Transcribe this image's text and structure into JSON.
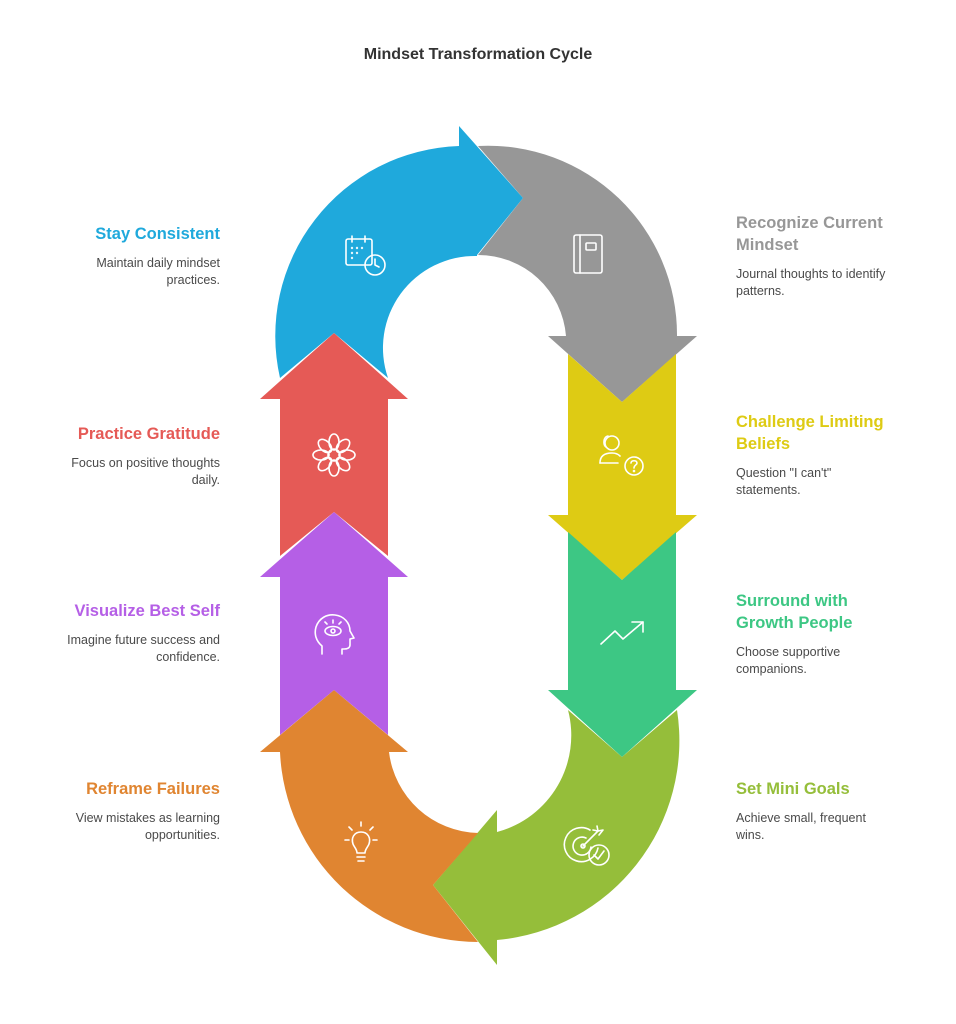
{
  "title": "Mindset Transformation Cycle",
  "steps": [
    {
      "id": "recognize",
      "title": "Recognize Current Mindset",
      "description": "Journal thoughts to identify patterns.",
      "color": "#979797",
      "icon": "notebook-icon"
    },
    {
      "id": "challenge",
      "title": "Challenge Limiting Beliefs",
      "description": "Question \"I can't\" statements.",
      "color": "#DECB14",
      "icon": "person-question-icon"
    },
    {
      "id": "surround",
      "title": "Surround with Growth People",
      "description": "Choose supportive companions.",
      "color": "#3DC784",
      "icon": "trend-up-icon"
    },
    {
      "id": "goals",
      "title": "Set Mini Goals",
      "description": "Achieve small, frequent wins.",
      "color": "#95BE3A",
      "icon": "target-check-icon"
    },
    {
      "id": "reframe",
      "title": "Reframe Failures",
      "description": "View mistakes as learning opportunities.",
      "color": "#E08531",
      "icon": "lightbulb-icon"
    },
    {
      "id": "visualize",
      "title": "Visualize Best Self",
      "description": "Imagine future success and confidence.",
      "color": "#B55FE6",
      "icon": "head-eye-icon"
    },
    {
      "id": "gratitude",
      "title": "Practice Gratitude",
      "description": "Focus on positive thoughts daily.",
      "color": "#E55A56",
      "icon": "flower-icon"
    },
    {
      "id": "consistent",
      "title": "Stay Consistent",
      "description": "Maintain daily mindset practices.",
      "color": "#1FA9DC",
      "icon": "calendar-clock-icon"
    }
  ]
}
